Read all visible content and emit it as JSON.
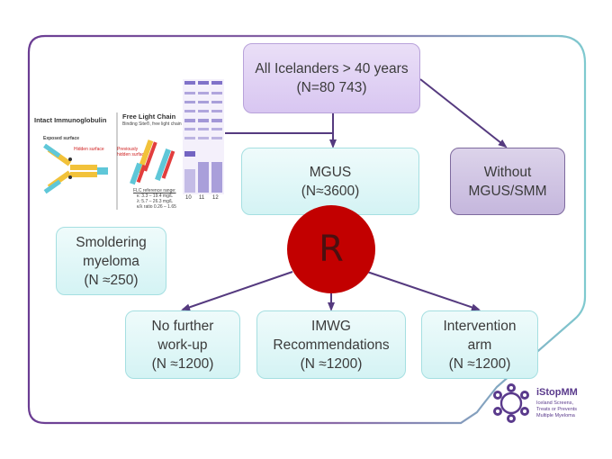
{
  "nodes": {
    "root": {
      "line1": "All Icelanders > 40 years",
      "line2": "(N=80 743)"
    },
    "mgus": {
      "line1": "MGUS",
      "line2": "(N≈3600)"
    },
    "without": {
      "line1": "Without",
      "line2": "MGUS/SMM"
    },
    "smoldering": {
      "line1": "Smoldering",
      "line2": "myeloma",
      "line3": "(N ≈250)"
    },
    "arm1": {
      "line1": "No further",
      "line2": "work-up",
      "line3": "(N ≈1200)"
    },
    "arm2": {
      "line1": "IMWG",
      "line2": "Recommendations",
      "line3": "(N ≈1200)"
    },
    "arm3": {
      "line1": "Intervention",
      "line2": "arm",
      "line3": "(N ≈1200)"
    }
  },
  "randomization_label": "R",
  "figure": {
    "left_title": "Intact Immunoglobulin",
    "right_title": "Free Light Chain",
    "right_subtitle": "Binding Site®, free light chain assay",
    "exposed_surface": "Exposed surface",
    "hidden_surface": "Hidden surface",
    "previously_hidden": "Previously hidden surface",
    "ref_title": "FLC reference range:",
    "ref_kappa": "κ: 3.3 – 19.4 mg/L",
    "ref_lambda": "λ: 5.7 – 26.3 mg/L",
    "ref_ratio": "κ/λ ratio 0.26 – 1.65",
    "lane_labels": [
      "10",
      "11",
      "12"
    ]
  },
  "logo": {
    "name": "iStopMM",
    "tagline": [
      "Iceland Screens,",
      "Treats or Prevents",
      "Multiple Myeloma"
    ]
  },
  "colors": {
    "frame": "#6b3d93",
    "frame_edge": "#7fc9cf",
    "arrow": "#553a7f",
    "r_circle": "#c20000"
  }
}
